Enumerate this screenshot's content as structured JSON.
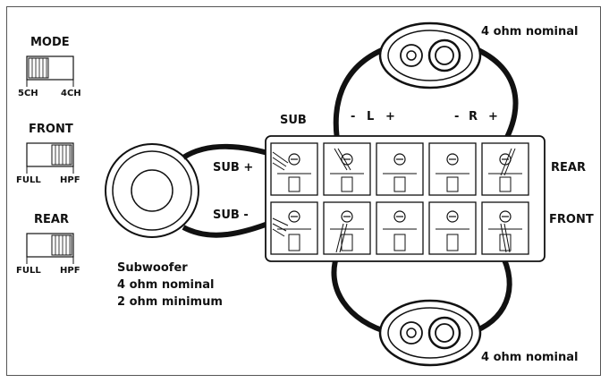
{
  "switches": {
    "mode": {
      "title": "MODE",
      "left": "5CH",
      "right": "4CH",
      "position": "left"
    },
    "front": {
      "title": "FRONT",
      "left": "FULL",
      "right": "HPF",
      "position": "right"
    },
    "rear": {
      "title": "REAR",
      "left": "FULL",
      "right": "HPF",
      "position": "right"
    }
  },
  "terminal": {
    "sub_label": "SUB",
    "l_minus": "-",
    "l_name": "L",
    "l_plus": "+",
    "r_minus": "-",
    "r_name": "R",
    "r_plus": "+",
    "sub_plus": "SUB +",
    "sub_minus": "SUB -",
    "rear_row": "REAR",
    "front_row": "FRONT"
  },
  "speakers": {
    "rear_label": "4 ohm nominal",
    "front_label": "4 ohm nominal"
  },
  "subwoofer": {
    "line1": "Subwoofer",
    "line2": "4 ohm nominal",
    "line3": "2 ohm minimum"
  }
}
